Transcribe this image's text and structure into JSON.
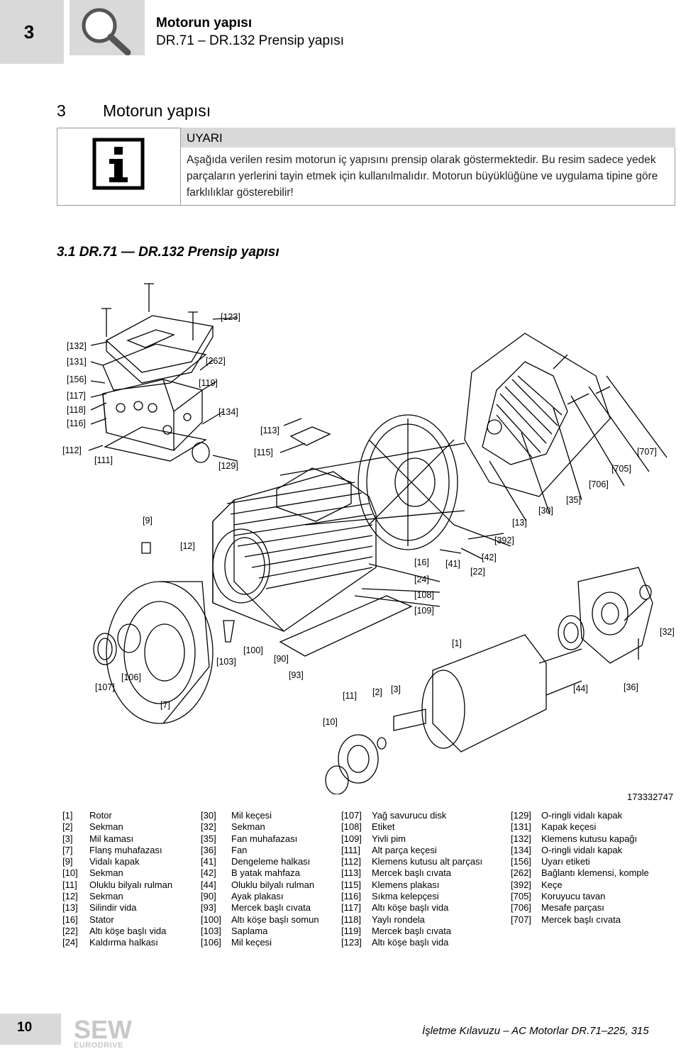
{
  "header": {
    "chapter_number": "3",
    "title": "Motorun yapısı",
    "subtitle": "DR.71 – DR.132 Prensip yapısı",
    "icon": "magnifier-icon"
  },
  "section": {
    "number": "3",
    "title": "Motorun yapısı"
  },
  "warning": {
    "icon": "info-icon",
    "title": "UYARI",
    "text": "Aşağıda verilen resim motorun iç yapısını prensip olarak göstermektedir. Bu resim sadece yedek parçaların yerlerini tayin etmek için kullanılmalıdır. Motorun büyüklüğüne ve uygulama tipine göre farklılıklar gösterebilir!"
  },
  "subsection": {
    "title": "3.1    DR.71 — DR.132 Prensip yapısı"
  },
  "figure": {
    "id": "173332747",
    "labels": [
      "[123]",
      "[132]",
      "[131]",
      "[156]",
      "[117]",
      "[118]",
      "[116]",
      "[112]",
      "[111]",
      "[262]",
      "[119]",
      "[134]",
      "[113]",
      "[115]",
      "[129]",
      "[707]",
      "[705]",
      "[706]",
      "[35]",
      "[30]",
      "[13]",
      "[9]",
      "[12]",
      "[392]",
      "[42]",
      "[16]",
      "[41]",
      "[22]",
      "[24]",
      "[108]",
      "[109]",
      "[32]",
      "[1]",
      "[100]",
      "[103]",
      "[90]",
      "[93]",
      "[106]",
      "[107]",
      "[7]",
      "[11]",
      "[2]",
      "[3]",
      "[44]",
      "[36]",
      "[10]"
    ]
  },
  "legend": {
    "col1": [
      {
        "num": "[1]",
        "text": "Rotor"
      },
      {
        "num": "[2]",
        "text": "Sekman"
      },
      {
        "num": "[3]",
        "text": "Mil kaması"
      },
      {
        "num": "[7]",
        "text": "Flanş muhafazası"
      },
      {
        "num": "[9]",
        "text": "Vidalı kapak"
      },
      {
        "num": "[10]",
        "text": "Sekman"
      },
      {
        "num": "[11]",
        "text": "Oluklu bilyalı rulman"
      },
      {
        "num": "[12]",
        "text": "Sekman"
      },
      {
        "num": "[13]",
        "text": "Silindir vida"
      },
      {
        "num": "[16]",
        "text": "Stator"
      },
      {
        "num": "[22]",
        "text": "Altı köşe başlı vida"
      },
      {
        "num": "[24]",
        "text": "Kaldırma halkası"
      }
    ],
    "col2": [
      {
        "num": "[30]",
        "text": "Mil keçesi"
      },
      {
        "num": "[32]",
        "text": "Sekman"
      },
      {
        "num": "[35]",
        "text": "Fan muhafazası"
      },
      {
        "num": "[36]",
        "text": "Fan"
      },
      {
        "num": "[41]",
        "text": "Dengeleme halkası"
      },
      {
        "num": "[42]",
        "text": "B yatak mahfaza"
      },
      {
        "num": "[44]",
        "text": "Oluklu bilyalı rulman"
      },
      {
        "num": "[90]",
        "text": "Ayak plakası"
      },
      {
        "num": "[93]",
        "text": "Mercek başlı cıvata"
      },
      {
        "num": "[100]",
        "text": "Altı köşe başlı somun"
      },
      {
        "num": "[103]",
        "text": "Saplama"
      },
      {
        "num": "[106]",
        "text": "Mil keçesi"
      }
    ],
    "col3": [
      {
        "num": "[107]",
        "text": "Yağ savurucu disk"
      },
      {
        "num": "[108]",
        "text": "Etiket"
      },
      {
        "num": "[109]",
        "text": "Yivli pim"
      },
      {
        "num": "[111]",
        "text": "Alt parça keçesi"
      },
      {
        "num": "[112]",
        "text": "Klemens kutusu alt parçası"
      },
      {
        "num": "[113]",
        "text": "Mercek başlı cıvata"
      },
      {
        "num": "[115]",
        "text": "Klemens plakası"
      },
      {
        "num": "[116]",
        "text": "Sıkma kelepçesi"
      },
      {
        "num": "[117]",
        "text": "Altı köşe başlı vida"
      },
      {
        "num": "[118]",
        "text": "Yaylı rondela"
      },
      {
        "num": "[119]",
        "text": "Mercek başlı cıvata"
      },
      {
        "num": "[123]",
        "text": "Altı köşe başlı vida"
      }
    ],
    "col4": [
      {
        "num": "[129]",
        "text": "O-ringli vidalı kapak"
      },
      {
        "num": "[131]",
        "text": "Kapak keçesi"
      },
      {
        "num": "[132]",
        "text": "Klemens kutusu kapağı"
      },
      {
        "num": "[134]",
        "text": "O-ringli vidalı kapak"
      },
      {
        "num": "[156]",
        "text": "Uyarı etiketi"
      },
      {
        "num": "[262]",
        "text": "Bağlantı klemensi, komple"
      },
      {
        "num": "[392]",
        "text": "Keçe"
      },
      {
        "num": "[705]",
        "text": "Koruyucu tavan"
      },
      {
        "num": "[706]",
        "text": "Mesafe parçası"
      },
      {
        "num": "[707]",
        "text": "Mercek başlı cıvata"
      }
    ]
  },
  "footer": {
    "page_number": "10",
    "logo_text": "SEW",
    "logo_subtext": "EURODRIVE",
    "text": "İşletme Kılavuzu – AC Motorlar DR.71–225, 315"
  }
}
